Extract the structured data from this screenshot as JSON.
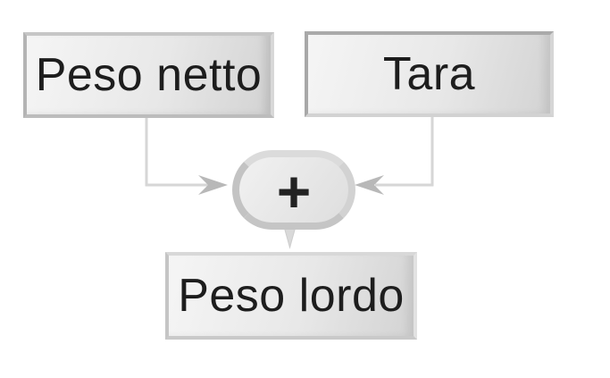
{
  "nodes": {
    "net_weight": {
      "label": "Peso netto"
    },
    "tare": {
      "label": "Tara"
    },
    "operator": {
      "symbol": "+"
    },
    "gross_weight": {
      "label": "Peso lordo"
    }
  },
  "edges": [
    {
      "from": "net_weight",
      "to": "operator",
      "type": "arrow"
    },
    {
      "from": "tare",
      "to": "operator",
      "type": "arrow"
    },
    {
      "from": "operator",
      "to": "gross_weight",
      "type": "pointer"
    }
  ],
  "colors": {
    "background": "#ffffff",
    "text": "#1d1d1d",
    "box_fill_light": "#f5f5f5",
    "box_fill_dark": "#d3d3d3",
    "box_border": "#b2b2b2",
    "connector_line": "#d6d6d6",
    "arrowhead": "#b8b8b8",
    "capsule_fill_light": "#f1f1f1",
    "capsule_fill_dark": "#dedede",
    "pointer_fill": "#d9d9d9"
  }
}
